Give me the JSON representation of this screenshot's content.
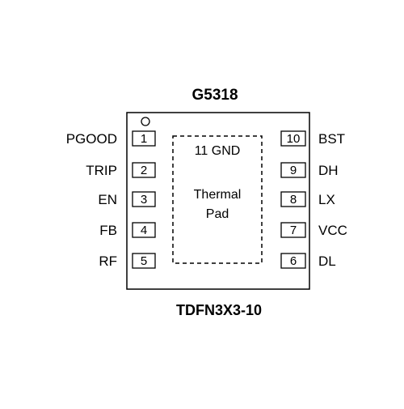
{
  "chip": {
    "title": "G5318",
    "package": "TDFN3X3-10"
  },
  "thermal_pad": {
    "line1": "11 GND",
    "line2": "Thermal",
    "line3": "Pad"
  },
  "left_pins": [
    {
      "number": "1",
      "name": "PGOOD"
    },
    {
      "number": "2",
      "name": "TRIP"
    },
    {
      "number": "3",
      "name": "EN"
    },
    {
      "number": "4",
      "name": "FB"
    },
    {
      "number": "5",
      "name": "RF"
    }
  ],
  "right_pins": [
    {
      "number": "10",
      "name": "BST"
    },
    {
      "number": "9",
      "name": "DH"
    },
    {
      "number": "8",
      "name": "LX"
    },
    {
      "number": "7",
      "name": "VCC"
    },
    {
      "number": "6",
      "name": "DL"
    }
  ],
  "pin1_marker": "circle"
}
